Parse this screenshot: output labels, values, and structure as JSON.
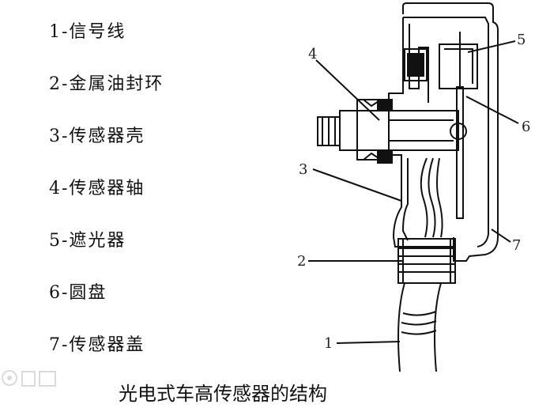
{
  "legend": {
    "items": [
      {
        "label": "1-信号线"
      },
      {
        "label": "2-金属油封环"
      },
      {
        "label": "3-传感器壳"
      },
      {
        "label": "4-传感器轴"
      },
      {
        "label": "5-遮光器"
      },
      {
        "label": "6-圆盘"
      },
      {
        "label": "7-传感器盖"
      }
    ]
  },
  "callouts": [
    "1",
    "2",
    "3",
    "4",
    "5",
    "6",
    "7"
  ],
  "caption": "光电式车高传感器的结构",
  "colors": {
    "ink": "#111111",
    "background": "#ffffff",
    "watermark": "#9a9a9a"
  }
}
